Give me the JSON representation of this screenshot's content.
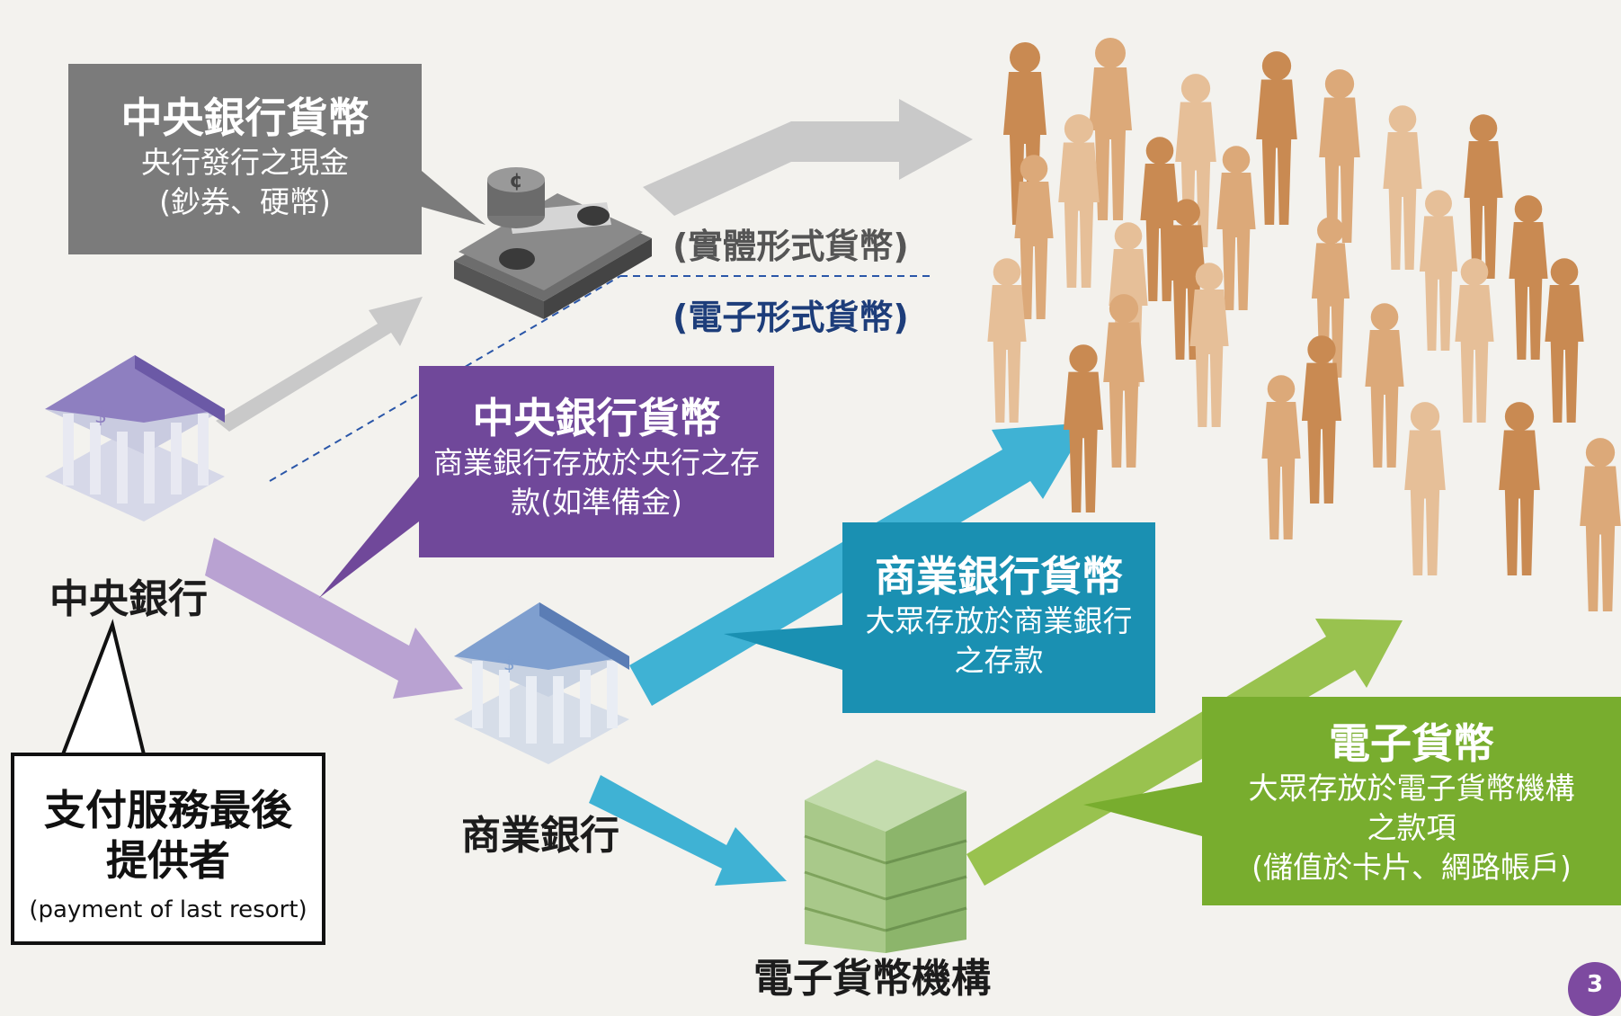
{
  "callouts": {
    "central_bank_money": {
      "title": "中央銀行貨幣",
      "line1": "央行發行之現金",
      "line2": "(鈔券、硬幣)"
    },
    "reserves": {
      "title": "中央銀行貨幣",
      "desc": "商業銀行存放於央行之存款(如準備金)"
    },
    "commercial_bank_money": {
      "title": "商業銀行貨幣",
      "desc": "大眾存放於商業銀行之存款"
    },
    "electronic_money": {
      "title": "電子貨幣",
      "line1": "大眾存放於電子貨幣機構",
      "line2": "之款項",
      "line3": "(儲值於卡片、網路帳戶)"
    }
  },
  "form_labels": {
    "physical": "(實體形式貨幣)",
    "electronic": "(電子形式貨幣)"
  },
  "nodes": {
    "central_bank": "中央銀行",
    "commercial_bank": "商業銀行",
    "emoney_institution": "電子貨幣機構"
  },
  "last_resort": {
    "title_line1": "支付服務最後",
    "title_line2": "提供者",
    "english": "(payment of last resort)"
  },
  "page_number": "3",
  "colors": {
    "gray_flow": "#c9c9c9",
    "purple_flow": "#b9a2d2",
    "blue_flow": "#3fb2d4",
    "green_flow": "#99c24f",
    "people": "#d7a06e"
  }
}
